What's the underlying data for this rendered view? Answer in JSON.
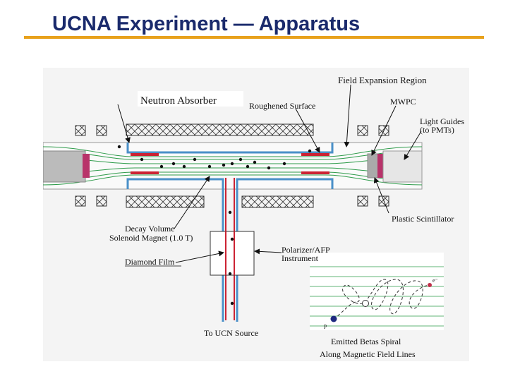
{
  "slide": {
    "title": "UCNA Experiment — Apparatus"
  },
  "diagram": {
    "labels": {
      "field_expansion": "Field Expansion Region",
      "neutron_absorber": "Neutron Absorber",
      "roughened_surface": "Roughened Surface",
      "mwpc": "MWPC",
      "light_guides_1": "Light Guides",
      "light_guides_2": "(to PMTs)",
      "decay_volume": "Decay Volume",
      "solenoid_magnet": "Solenoid Magnet (1.0 T)",
      "diamond_film": "Diamond Film",
      "polarizer_1": "Polarizer/AFP",
      "polarizer_2": "Instrument",
      "plastic_scintillator": "Plastic Scintillator",
      "ucn_source": "To UCN Source",
      "emitted_betas_1": "Emitted Betas Spiral",
      "emitted_betas_2": "Along Magnetic Field Lines",
      "electron_symbol": "e⁻",
      "proton_symbol": "p"
    },
    "colors": {
      "title": "#1a2a6c",
      "rule": "#e8a11c",
      "field_lines": "#2e9b4a",
      "guide_blue": "#4a90c8",
      "absorber_red": "#cc2233",
      "scintillator": "#b8336a",
      "electron": "#c0304a",
      "proton": "#1f2a80"
    }
  }
}
